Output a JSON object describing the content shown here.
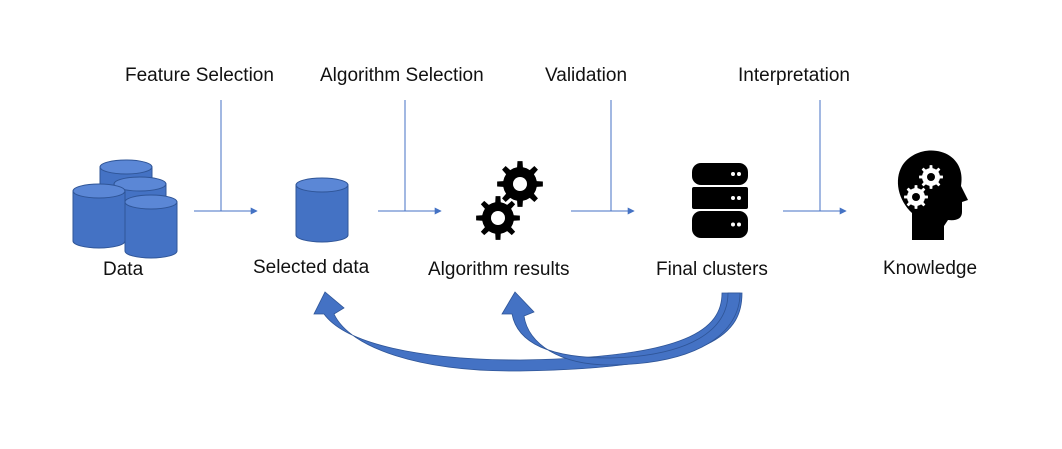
{
  "stages": [
    {
      "label": "Data",
      "icon": "database-stack-icon"
    },
    {
      "label": "Selected data",
      "icon": "database-icon"
    },
    {
      "label": "Algorithm results",
      "icon": "gears-icon"
    },
    {
      "label": "Final clusters",
      "icon": "server-icon"
    },
    {
      "label": "Knowledge",
      "icon": "head-gears-icon"
    }
  ],
  "steps": [
    "Feature Selection",
    "Algorithm Selection",
    "Validation",
    "Interpretation"
  ],
  "colors": {
    "cylinder_fill": "#4472C4",
    "cylinder_edge": "#2F5597",
    "cylinder_top": "#5B87D6",
    "arrow": "#4472C4",
    "feedback": "#4472C4",
    "icon": "#000000"
  }
}
